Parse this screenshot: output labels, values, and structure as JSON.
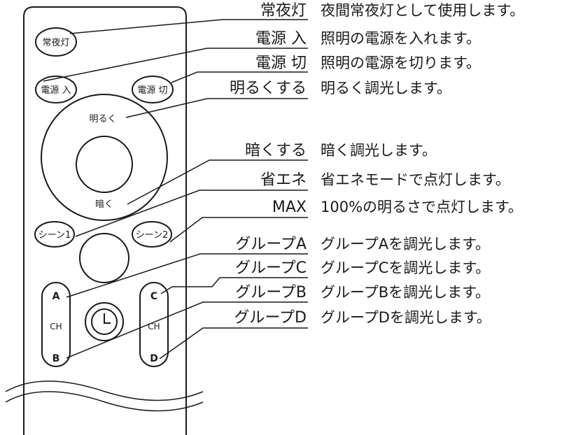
{
  "remote": {
    "buttons": {
      "night_light": "常夜灯",
      "power_on": "電源 入",
      "power_off": "電源 切",
      "brighter": "明るく",
      "darker": "暗く",
      "scene1": "シーン1",
      "scene2": "シーン2",
      "group_a": "A",
      "group_b": "B",
      "group_c": "C",
      "group_d": "D",
      "ch_left": "CH",
      "ch_right": "CH"
    }
  },
  "callouts": [
    {
      "label": "常夜灯",
      "description": "夜間常夜灯として使用します。"
    },
    {
      "label": "電源 入",
      "description": "照明の電源を入れます。"
    },
    {
      "label": "電源 切",
      "description": "照明の電源を切ります。"
    },
    {
      "label": "明るくする",
      "description": "明るく調光します。"
    },
    {
      "label": "暗くする",
      "description": "暗く調光します。"
    },
    {
      "label": "省エネ",
      "description": "省エネモードで点灯します。"
    },
    {
      "label": "MAX",
      "description": "100%の明るさで点灯します。"
    },
    {
      "label": "グループA",
      "description": "グループAを調光します。"
    },
    {
      "label": "グループC",
      "description": "グループCを調光します。"
    },
    {
      "label": "グループB",
      "description": "グループBを調光します。"
    },
    {
      "label": "グループD",
      "description": "グループDを調光します。"
    }
  ]
}
